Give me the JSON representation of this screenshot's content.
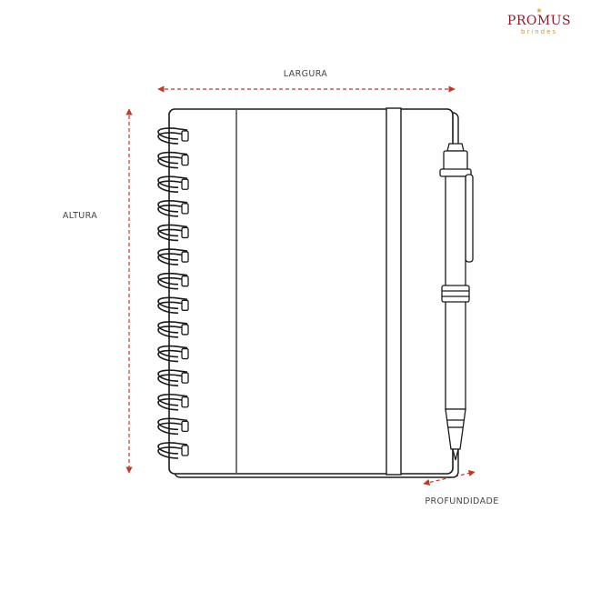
{
  "brand": {
    "name": "PROMUS",
    "tagline": "brindes",
    "primary_color": "#8a1c2e",
    "accent_color": "#c9963b"
  },
  "dimensions": {
    "width_label": "LARGURA",
    "height_label": "ALTURA",
    "depth_label": "PROFUNDIDADE",
    "arrow_color": "#c0392b"
  },
  "notebook": {
    "spiral_rings": 14,
    "line_color": "#1a1a1a"
  }
}
